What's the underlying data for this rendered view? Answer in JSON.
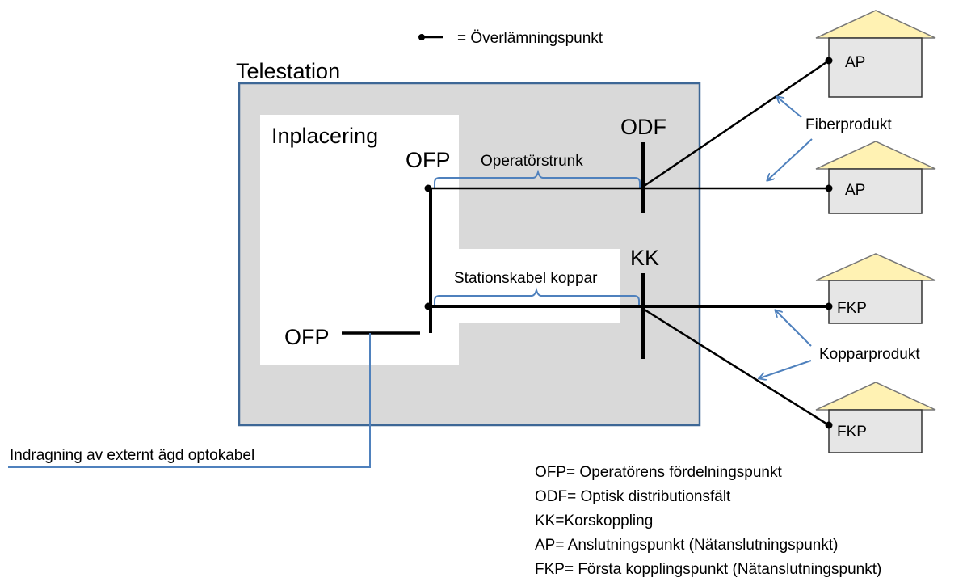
{
  "legend_marker": "= Överlämningspunkt",
  "station": {
    "title": "Telestation"
  },
  "inplacering": {
    "title": "Inplacering"
  },
  "ofp_top": "OFP",
  "ofp_bottom": "OFP",
  "odf": "ODF",
  "kk": "KK",
  "operatorstrunk": "Operatörstrunk",
  "stationskabel": "Stationskabel koppar",
  "fiberprodukt": "Fiberprodukt",
  "kopparprodukt": "Kopparprodukt",
  "external_cable": "Indragning av externt ägd optokabel",
  "houses": [
    {
      "label": "AP"
    },
    {
      "label": "AP"
    },
    {
      "label": "FKP"
    },
    {
      "label": "FKP"
    }
  ],
  "definitions": [
    "OFP= Operatörens fördelningspunkt",
    "ODF= Optisk distributionsfält",
    "KK=Korskoppling",
    "AP= Anslutningspunkt (Nätanslutningspunkt)",
    "FKP= Första kopplingspunkt (Nätanslutningspunkt)"
  ],
  "colors": {
    "station_border": "#3d6796",
    "station_fill": "#d9d9d9",
    "roof_fill": "#fff2b3",
    "house_fill": "#e6e6e6",
    "blue_line": "#4f81bd"
  }
}
